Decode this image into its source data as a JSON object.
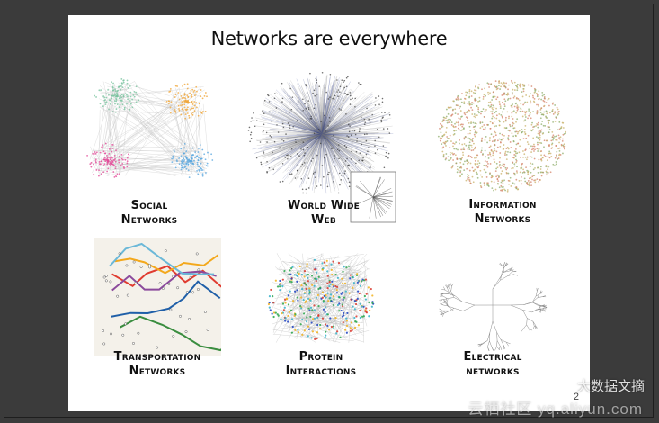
{
  "slide": {
    "title": "Networks are everywhere",
    "number": "2",
    "tiles": [
      {
        "key": "social",
        "line1": "Social",
        "line2": "Networks"
      },
      {
        "key": "www",
        "line1": "World Wide",
        "line2": "Web"
      },
      {
        "key": "information",
        "line1": "Information",
        "line2": "Networks"
      },
      {
        "key": "transportation",
        "line1": "Transportation",
        "line2": "Networks"
      },
      {
        "key": "protein",
        "line1": "Protein",
        "line2": "Interactions"
      },
      {
        "key": "electrical",
        "line1": "Electrical",
        "line2": "networks"
      }
    ]
  },
  "watermark": {
    "account": "大数据文摘",
    "site": "云栖社区 yq.aliyun.com"
  },
  "colors": {
    "background": "#3b3b3b",
    "slide": "#ffffff",
    "social_clusters": [
      "#e34c9a",
      "#5aa7e0",
      "#f0a63a",
      "#7bc4a0"
    ],
    "www_nodes": "#2b3a8c",
    "information_nodes": [
      "#c9b26a",
      "#8fae6b",
      "#d4836a"
    ],
    "transport_lines": [
      "#e03c31",
      "#f3a81c",
      "#3a8d3f",
      "#1f5fa8",
      "#8b4a9c",
      "#6bb8d8"
    ],
    "protein_nodes": [
      "#1b3fbf",
      "#2aa64a",
      "#d9362b",
      "#f2b21b",
      "#34b0c9"
    ],
    "electrical_lines": "#8c8c8c"
  }
}
